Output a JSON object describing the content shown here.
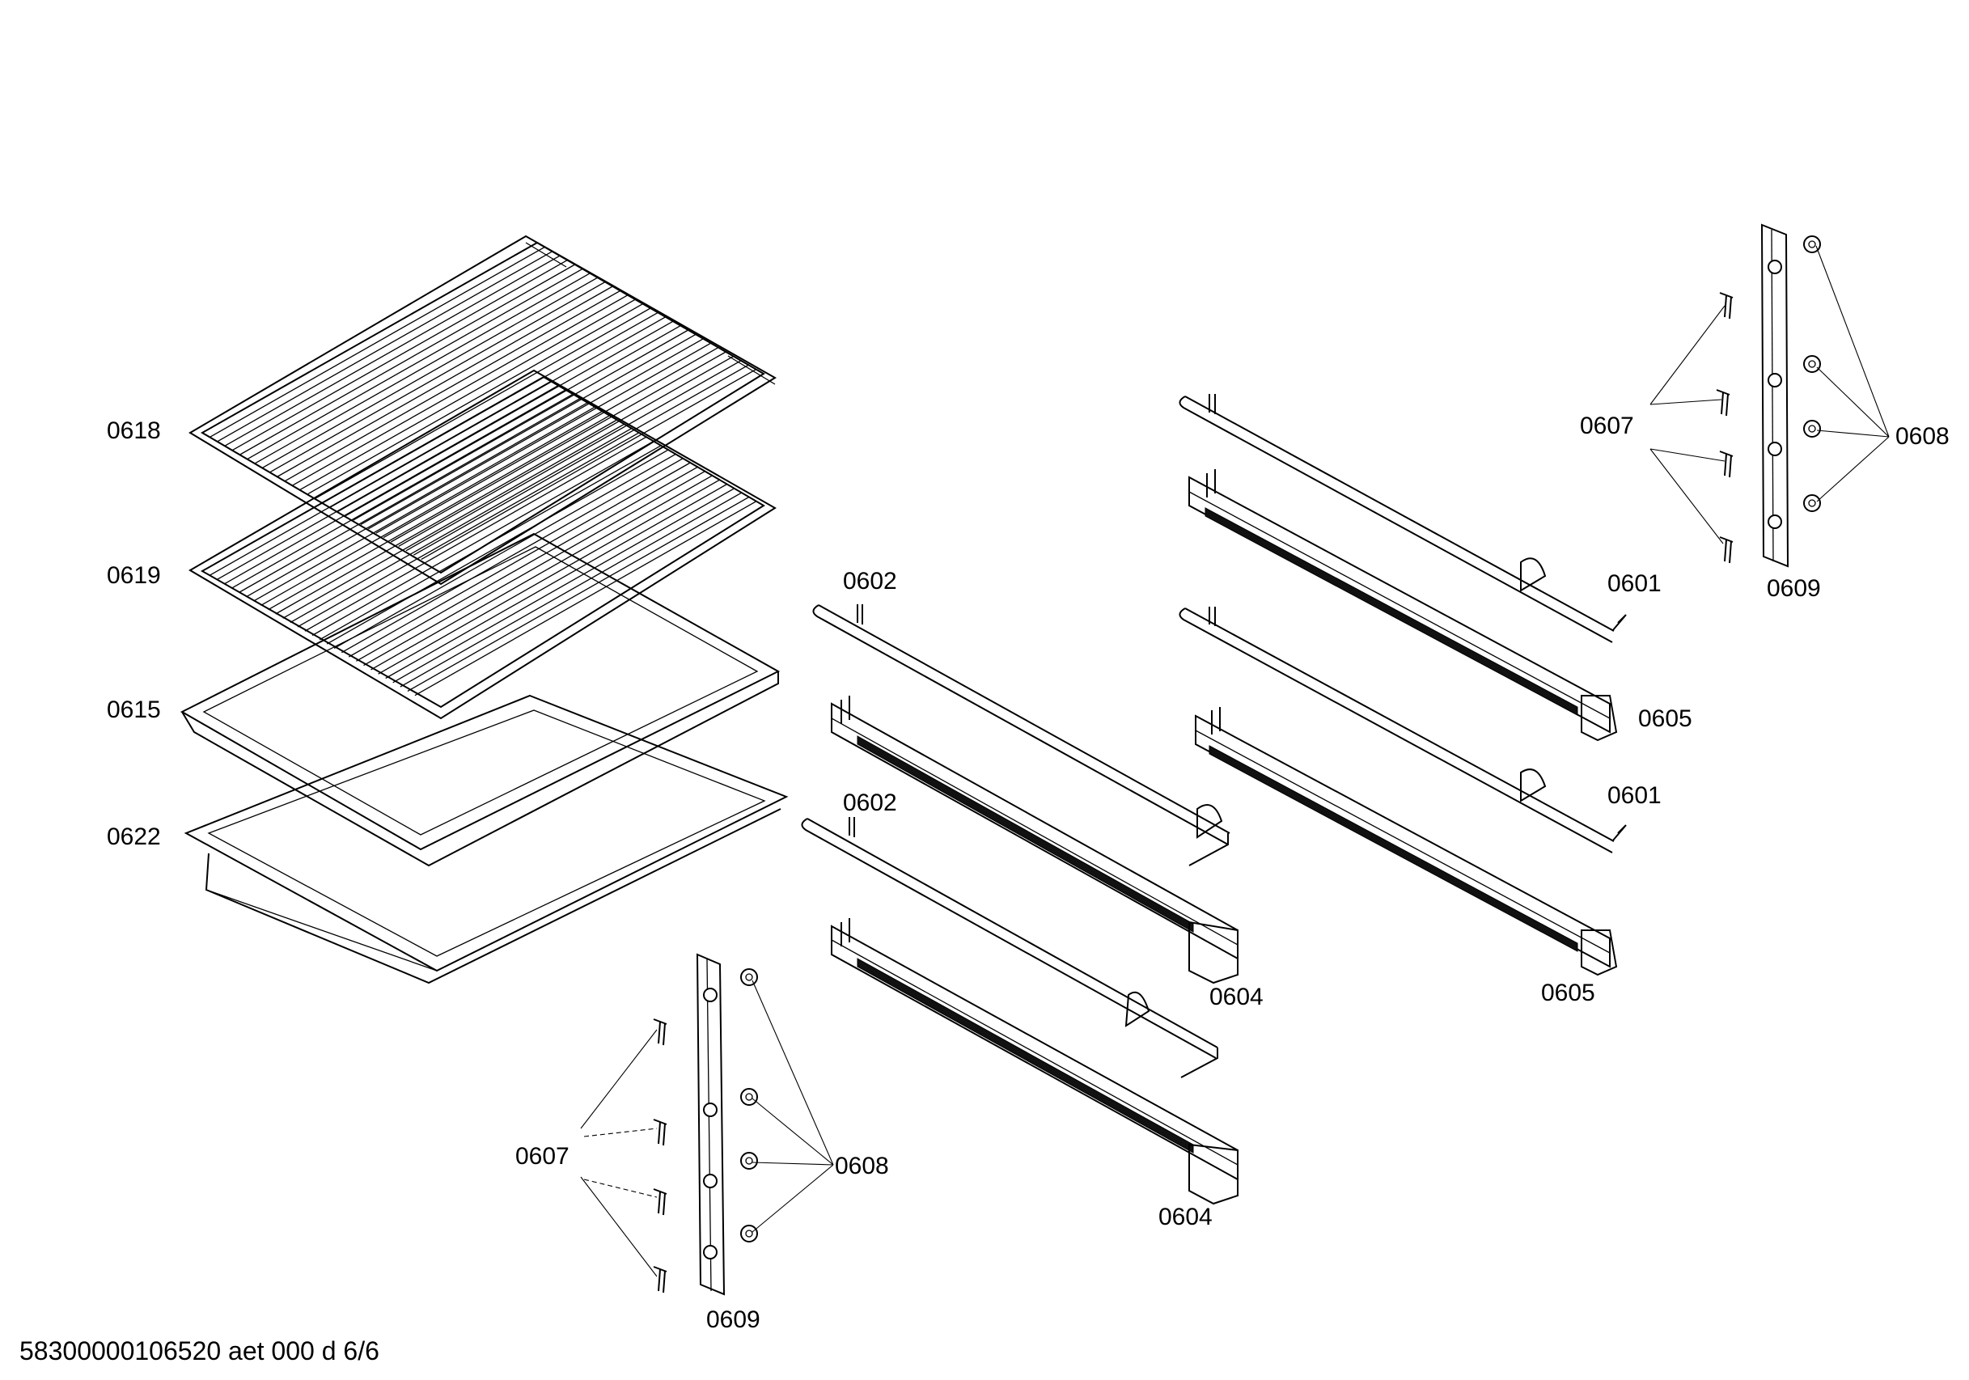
{
  "labels": {
    "p0618": "0618",
    "p0619": "0619",
    "p0615": "0615",
    "p0622": "0622",
    "p0602a": "0602",
    "p0602b": "0602",
    "p0604a": "0604",
    "p0604b": "0604",
    "p0601a": "0601",
    "p0601b": "0601",
    "p0605a": "0605",
    "p0605b": "0605",
    "p0607a": "0607",
    "p0607b": "0607",
    "p0608a": "0608",
    "p0608b": "0608",
    "p0609a": "0609",
    "p0609b": "0609"
  },
  "footer": "58300000106520 aet 000 d 6/6"
}
